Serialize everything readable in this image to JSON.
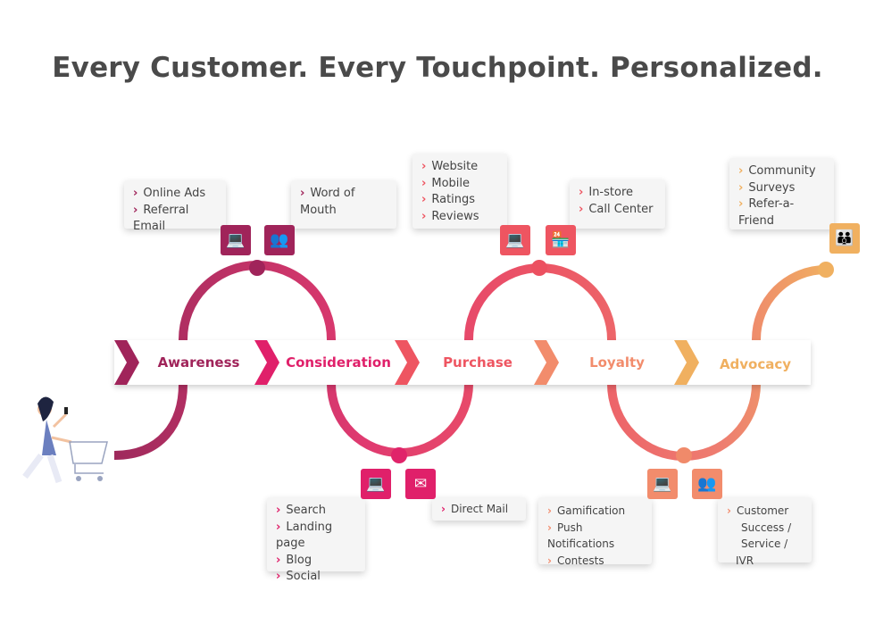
{
  "title": "Every Customer. Every Touchpoint. Personalized.",
  "stages": [
    {
      "label": "Awareness",
      "color": "#a0245a"
    },
    {
      "label": "Consideration",
      "color": "#e0206a"
    },
    {
      "label": "Purchase",
      "color": "#ee5561"
    },
    {
      "label": "Loyalty",
      "color": "#f28c6c"
    },
    {
      "label": "Advocacy",
      "color": "#f0b060"
    }
  ],
  "callouts": {
    "awareness": [
      "Online Ads",
      "Referral Email"
    ],
    "word_of_mouth": [
      "Word of Mouth"
    ],
    "purchase_online": [
      "Website",
      "Mobile",
      "Ratings",
      "Reviews"
    ],
    "purchase_offline": [
      "In-store",
      "Call Center"
    ],
    "advocacy": [
      "Community",
      "Surveys",
      "Refer-a-Friend"
    ],
    "consideration_digital": [
      "Search",
      "Landing page",
      "Blog",
      "Social"
    ],
    "consideration_mail": [
      "Direct Mail"
    ],
    "loyalty": [
      "Gamification",
      "Push Notifications",
      "Contests"
    ],
    "service": [
      "Customer",
      "Success /",
      "Service / IVR"
    ]
  },
  "icons": [
    "laptop-ad-icon",
    "word-of-mouth-icon",
    "laptop-rating-icon",
    "store-icon",
    "community-icon",
    "laptop-search-icon",
    "mail-icon",
    "laptop-gamification-icon",
    "customer-service-icon"
  ]
}
